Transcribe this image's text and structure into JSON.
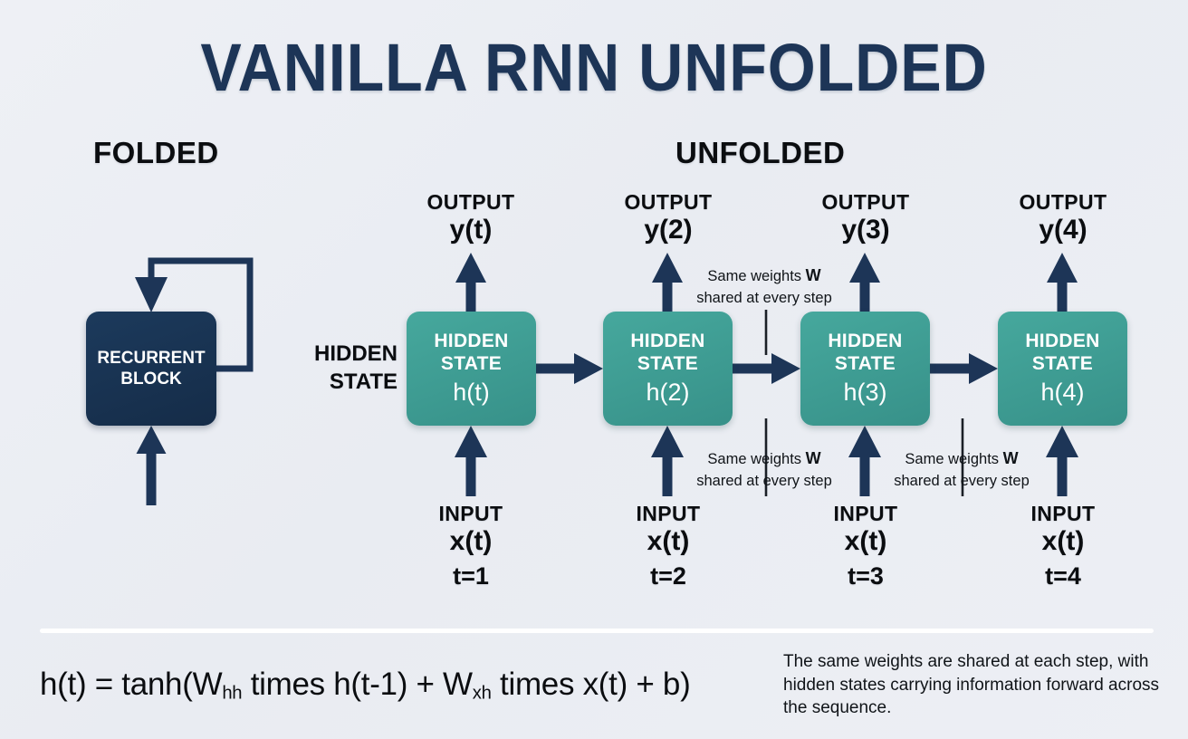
{
  "title": "VANILLA RNN UNFOLDED",
  "sections": {
    "folded": "FOLDED",
    "unfolded": "UNFOLDED"
  },
  "folded": {
    "block_line1": "RECURRENT",
    "block_line2": "BLOCK"
  },
  "hidden_state_side_label": "HIDDEN\nSTATE",
  "hidden_state_side_label_line1": "HIDDEN",
  "hidden_state_side_label_line2": "STATE",
  "steps": [
    {
      "output_caption": "OUTPUT",
      "output_symbol": "y(t)",
      "state_line1": "HIDDEN",
      "state_line2": "STATE",
      "state_symbol": "h(t)",
      "input_caption": "INPUT",
      "input_symbol": "x(t)",
      "timestep": "t=1"
    },
    {
      "output_caption": "OUTPUT",
      "output_symbol": "y(2)",
      "state_line1": "HIDDEN",
      "state_line2": "STATE",
      "state_symbol": "h(2)",
      "input_caption": "INPUT",
      "input_symbol": "x(t)",
      "timestep": "t=2"
    },
    {
      "output_caption": "OUTPUT",
      "output_symbol": "y(3)",
      "state_line1": "HIDDEN",
      "state_line2": "STATE",
      "state_symbol": "h(3)",
      "input_caption": "INPUT",
      "input_symbol": "x(t)",
      "timestep": "t=3"
    },
    {
      "output_caption": "OUTPUT",
      "output_symbol": "y(4)",
      "state_line1": "HIDDEN",
      "state_line2": "STATE",
      "state_symbol": "h(4)",
      "input_caption": "INPUT",
      "input_symbol": "x(t)",
      "timestep": "t=4"
    }
  ],
  "weight_notes": [
    {
      "text_before": "Same weights ",
      "bold": "W",
      "text_after": "shared at every step"
    },
    {
      "text_before": "Same weights ",
      "bold": "W",
      "text_after": "shared at every step"
    },
    {
      "text_before": "Same weights ",
      "bold": "W",
      "text_after": "shared at every step"
    }
  ],
  "formula": {
    "p1": "h(t) = tanh(W",
    "sub1": "hh",
    "p2": " times h(t-1) + W",
    "sub2": "xh",
    "p3": " times x(t) + b)"
  },
  "footer_note": "The same weights are shared at each step, with hidden states carrying information forward across the sequence.",
  "colors": {
    "background": "#eceef4",
    "title": "#1d3557",
    "navy": "#1d3557",
    "dark_block": "#17304e",
    "teal": "#3fa197",
    "text": "#0b0d10",
    "divider": "#ffffff"
  }
}
